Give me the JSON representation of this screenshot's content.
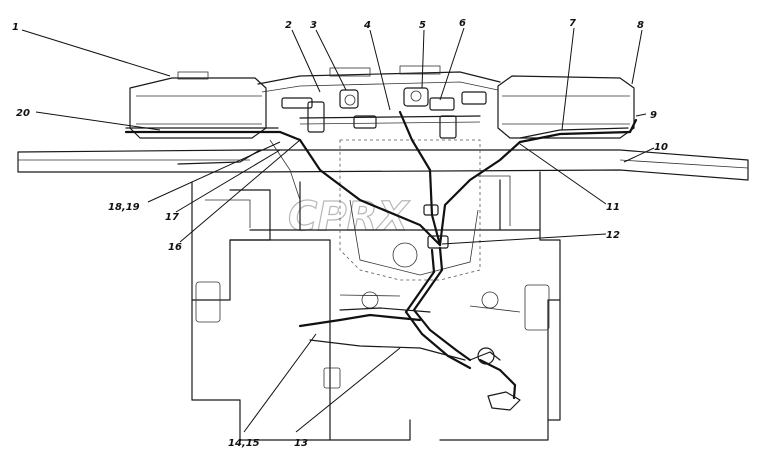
{
  "watermark": "CPRX",
  "callouts": [
    {
      "id": "1",
      "text": "1"
    },
    {
      "id": "2",
      "text": "2"
    },
    {
      "id": "3",
      "text": "3"
    },
    {
      "id": "4",
      "text": "4"
    },
    {
      "id": "5",
      "text": "5"
    },
    {
      "id": "6",
      "text": "6"
    },
    {
      "id": "7",
      "text": "7"
    },
    {
      "id": "8",
      "text": "8"
    },
    {
      "id": "9",
      "text": "9"
    },
    {
      "id": "10",
      "text": "10"
    },
    {
      "id": "11",
      "text": "11"
    },
    {
      "id": "12",
      "text": "12"
    },
    {
      "id": "13",
      "text": "13"
    },
    {
      "id": "14_15",
      "text": "14,15"
    },
    {
      "id": "16",
      "text": "16"
    },
    {
      "id": "17",
      "text": "17"
    },
    {
      "id": "18_19",
      "text": "18,19"
    },
    {
      "id": "20",
      "text": "20"
    }
  ]
}
